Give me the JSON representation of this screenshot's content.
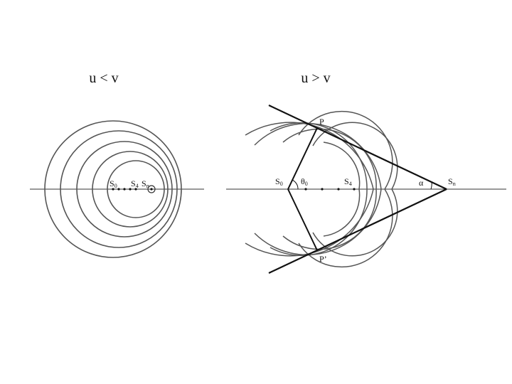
{
  "left_diagram": {
    "title": "u < v",
    "source_start": "S",
    "source_start_sub": "0",
    "source_mid": "S",
    "source_mid_sub": "4",
    "source_now": "S",
    "source_now_sub": "n"
  },
  "right_diagram": {
    "title": "u > v",
    "source_start": "S",
    "source_start_sub": "0",
    "angle_theta": "θ",
    "angle_theta_sub": "0",
    "source_mid": "S",
    "source_mid_sub": "4",
    "angle_alpha": "α",
    "source_now": "S",
    "source_now_sub": "n",
    "point_top": "P",
    "point_bottom": "P’"
  },
  "colors": {
    "circle": "#555555",
    "line": "#111111",
    "axis": "#333333"
  }
}
